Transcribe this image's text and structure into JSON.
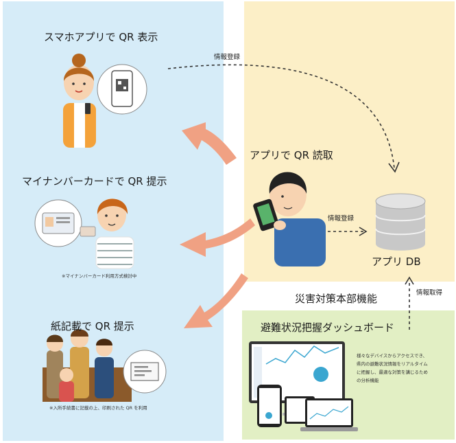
{
  "labels": {
    "smartphone_title": "スマホアプリで QR 表示",
    "mynumber_title": "マイナンバーカードで QR 提示",
    "mynumber_note": "※マイナンバーカード利用方式検討中",
    "paper_title": "紙記載で QR 提示",
    "paper_note": "※入所手続書に記載の上、印刷された QR を利用",
    "app_read": "アプリで QR 読取",
    "info_register_top": "情報登録",
    "info_register_mid": "情報登録",
    "app_db": "アプリ DB",
    "hq_function": "災害対策本部機能",
    "info_fetch": "情報取得",
    "dashboard_title": "避難状況把握ダッシュボード",
    "dashboard_desc": [
      "様々なデバイスからアクセスでき、",
      "県内の避難状況情報をリアルタイム",
      "に把握し、最適な対策を講じるため",
      "の分析機能"
    ]
  },
  "colors": {
    "left_panel": "#d6ecf8",
    "right_panel": "#fcefc7",
    "dashboard_panel": "#e2efc4",
    "arrow": "#f0a183",
    "db": "#c8c8c8"
  }
}
